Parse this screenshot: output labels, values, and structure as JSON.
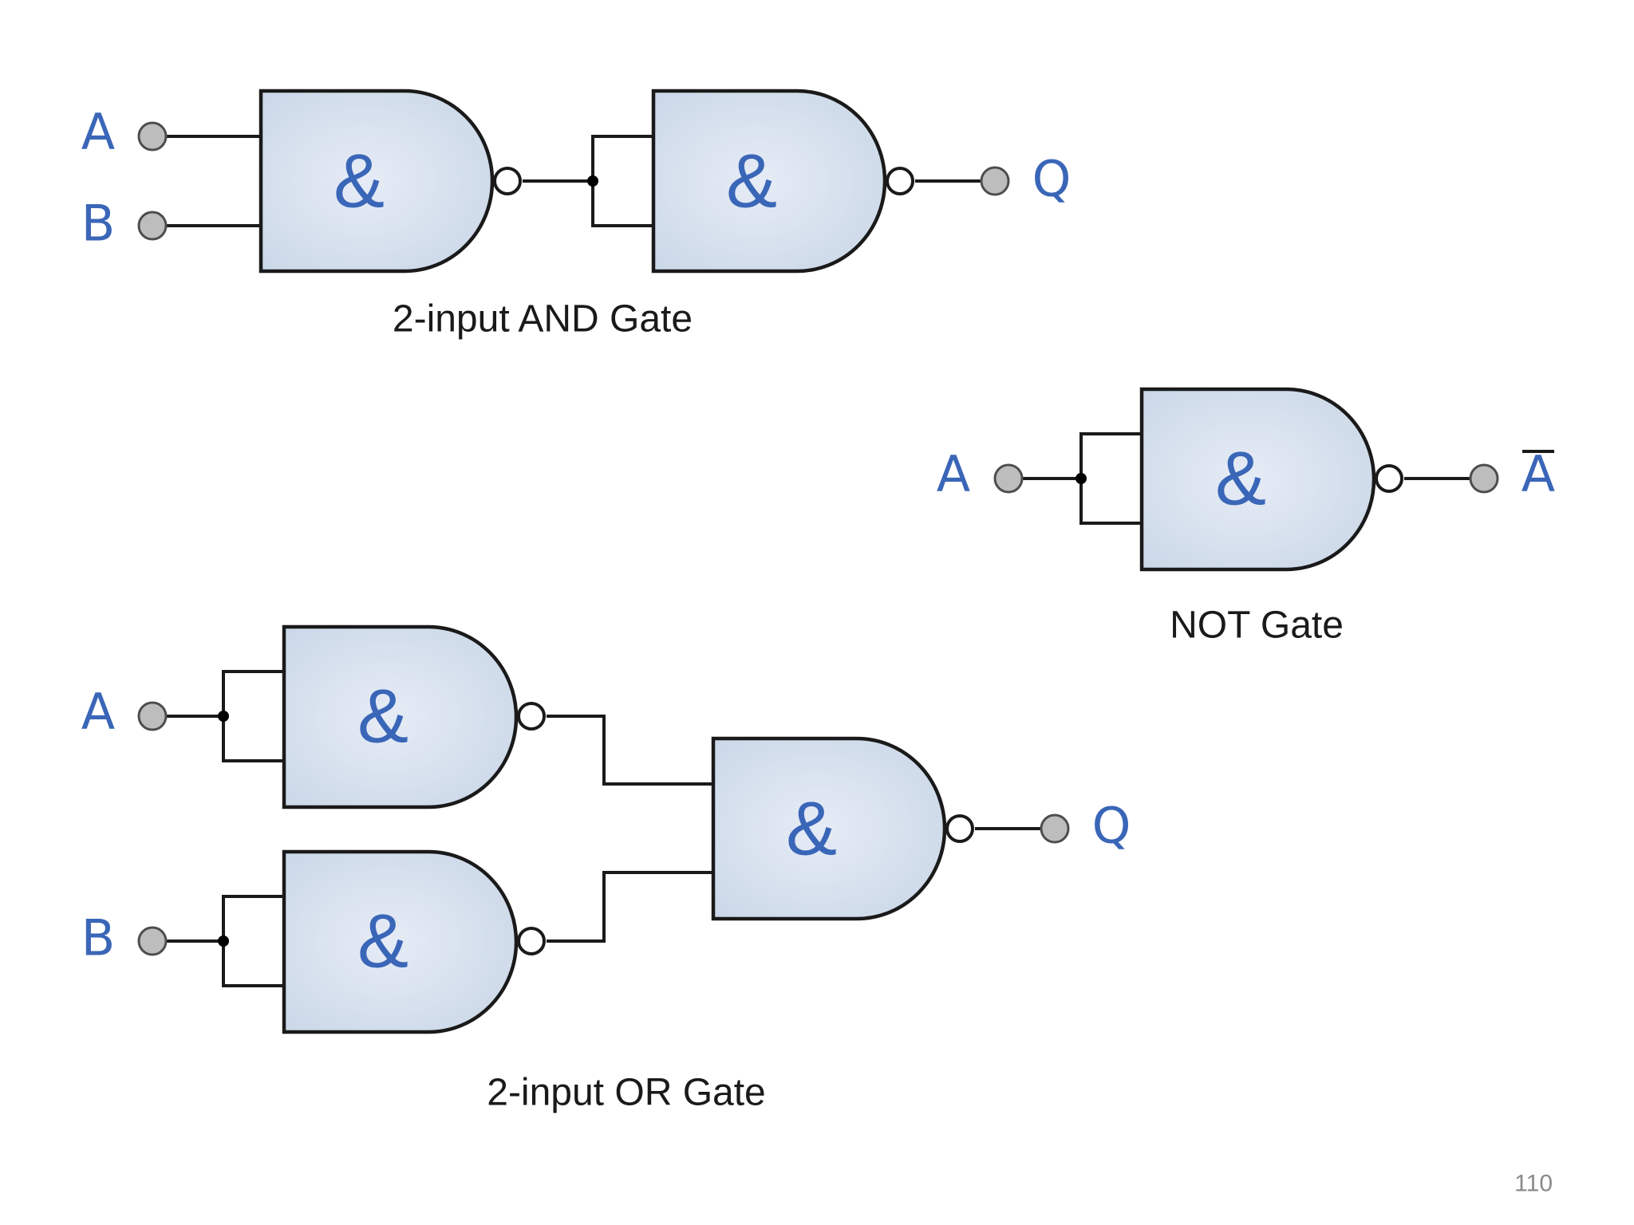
{
  "colors": {
    "accent_text": "#3a66b8",
    "gate_fill_center": "#e6ecf6",
    "gate_fill_edge": "#cbd8e8",
    "terminal_fill": "#bdbdbd",
    "wire": "#1a1a1a"
  },
  "gate_symbol": "&",
  "and_circuit": {
    "caption": "2-input AND Gate",
    "input_a": "A",
    "input_b": "B",
    "output": "Q"
  },
  "not_circuit": {
    "caption": "NOT Gate",
    "input": "A",
    "output": "A"
  },
  "or_circuit": {
    "caption": "2-input OR Gate",
    "input_a": "A",
    "input_b": "B",
    "output": "Q"
  },
  "page_number": "110"
}
